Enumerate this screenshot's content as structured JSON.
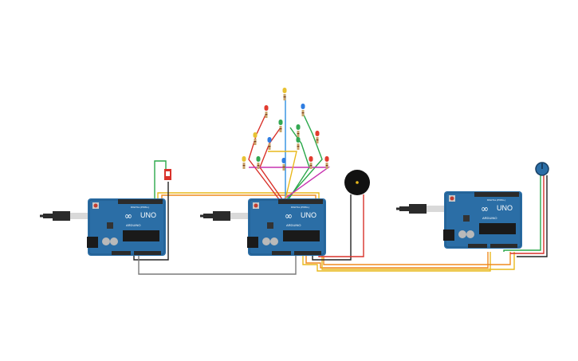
{
  "boards": [
    {
      "id": "left",
      "brand": "UNO",
      "sub": "ARDUINO",
      "logo": "∞",
      "hdr": "DIGITAL (PWM~)"
    },
    {
      "id": "middle",
      "brand": "UNO",
      "sub": "ARDUINO",
      "logo": "∞",
      "hdr": "DIGITAL (PWM~)"
    },
    {
      "id": "right",
      "brand": "UNO",
      "sub": "ARDUINO",
      "logo": "∞",
      "hdr": "DIGITAL (PWM~)"
    }
  ],
  "components": {
    "switch": "slide-switch",
    "buzzer": "piezo-buzzer",
    "potentiometer": "potentiometer",
    "led_tree": {
      "led_colors": [
        "#e8c233",
        "#e23b2f",
        "#2f7de1",
        "#33a852",
        "#e8c233",
        "#e23b2f",
        "#2f7de1",
        "#33a852",
        "#e8c233",
        "#e23b2f",
        "#2f7de1",
        "#33a852",
        "#e23b2f",
        "#33a852"
      ]
    }
  },
  "colors": {
    "board": "#2b6ea6",
    "board_dark": "#1f5a8b",
    "wire_red": "#d9322b",
    "wire_yellow": "#e9b81c",
    "wire_orange": "#ef8a1f",
    "wire_green": "#2aa84a",
    "wire_blue": "#2d8fe0",
    "wire_gray": "#7a7a7a",
    "wire_black": "#222222"
  }
}
